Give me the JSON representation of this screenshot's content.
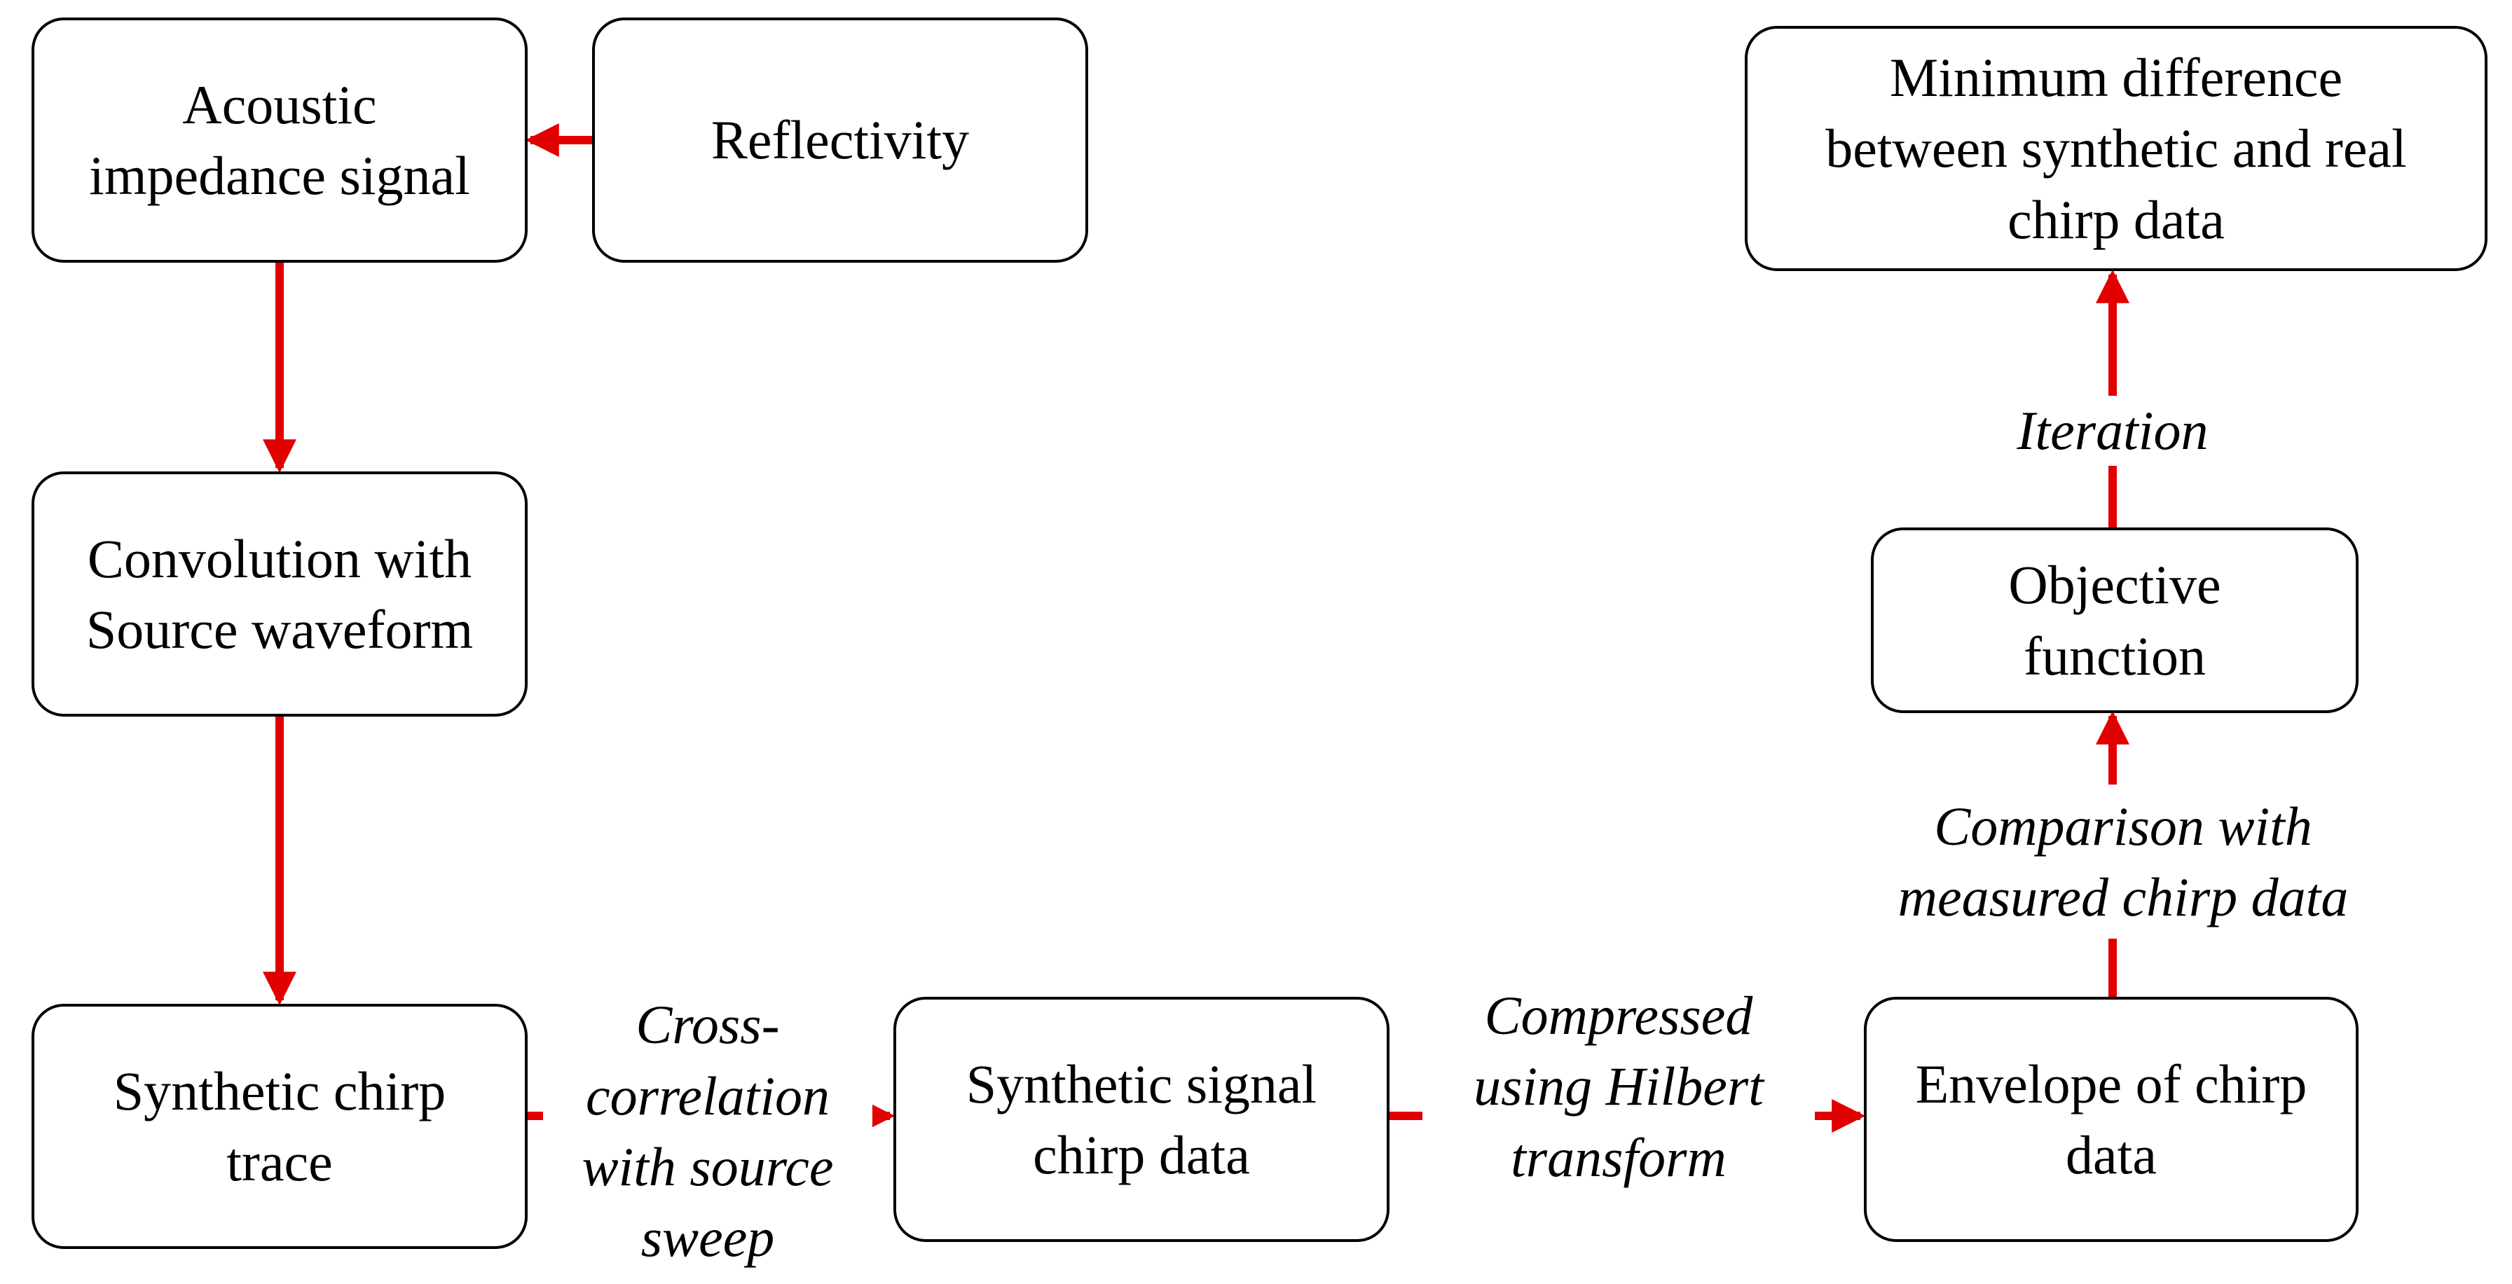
{
  "colors": {
    "arrow": "#e00000",
    "box_border": "#000000",
    "text": "#000000",
    "background": "#ffffff"
  },
  "nodes": {
    "acoustic_impedance": {
      "lines": [
        "Acoustic",
        "impedance signal"
      ]
    },
    "reflectivity": {
      "lines": [
        "Reflectivity"
      ]
    },
    "minimum_difference": {
      "lines": [
        "Minimum difference",
        "between synthetic and real",
        "chirp data"
      ]
    },
    "convolution": {
      "lines": [
        "Convolution with",
        "Source waveform"
      ]
    },
    "objective_function": {
      "lines": [
        "Objective",
        "function"
      ]
    },
    "synthetic_chirp_trace": {
      "lines": [
        "Synthetic chirp",
        "trace"
      ]
    },
    "synthetic_signal": {
      "lines": [
        "Synthetic signal",
        "chirp data"
      ]
    },
    "envelope": {
      "lines": [
        "Envelope of chirp",
        "data"
      ]
    }
  },
  "edge_labels": {
    "cross_correlation": {
      "lines": [
        "Cross-",
        "correlation",
        "with source",
        "sweep"
      ]
    },
    "compressed": {
      "lines": [
        "Compressed",
        "using Hilbert",
        "transform"
      ]
    },
    "comparison": {
      "lines": [
        "Comparison with",
        "measured chirp data"
      ]
    },
    "iteration": {
      "lines": [
        "Iteration"
      ]
    }
  },
  "edges": [
    {
      "from": "reflectivity",
      "to": "acoustic_impedance"
    },
    {
      "from": "acoustic_impedance",
      "to": "convolution"
    },
    {
      "from": "convolution",
      "to": "synthetic_chirp_trace"
    },
    {
      "from": "synthetic_chirp_trace",
      "to": "synthetic_signal",
      "label": "cross_correlation"
    },
    {
      "from": "synthetic_signal",
      "to": "envelope",
      "label": "compressed"
    },
    {
      "from": "envelope",
      "to": "objective_function",
      "label": "comparison"
    },
    {
      "from": "objective_function",
      "to": "minimum_difference",
      "label": "iteration"
    }
  ]
}
